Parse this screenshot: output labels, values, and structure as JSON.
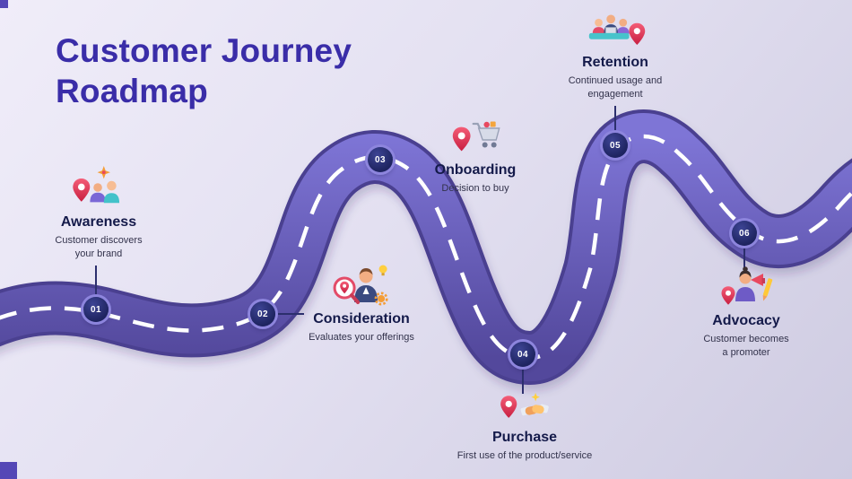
{
  "title": {
    "line1": "Customer Journey",
    "line2": "Roadmap"
  },
  "stages": [
    {
      "number": "01",
      "title": "Awareness",
      "description": "Customer discovers your brand",
      "icon": "people-location-pin-icon"
    },
    {
      "number": "02",
      "title": "Consideration",
      "description": "Evaluates your offerings",
      "icon": "person-search-pin-gear-icon"
    },
    {
      "number": "03",
      "title": "Onboarding",
      "description": "Decision to buy",
      "icon": "location-pin-shopping-cart-icon"
    },
    {
      "number": "04",
      "title": "Purchase",
      "description": "First use of the product/service",
      "icon": "location-pin-handshake-icon"
    },
    {
      "number": "05",
      "title": "Retention",
      "description": "Continued usage and engagement",
      "icon": "team-location-pin-icon"
    },
    {
      "number": "06",
      "title": "Advocacy",
      "description": "Customer becomes a promoter",
      "icon": "person-megaphone-pencil-icon"
    }
  ],
  "colors": {
    "background_start": "#f0edf9",
    "background_end": "#cecbe1",
    "title_indigo": "#3a2da8",
    "road_purple": "#6a61c4",
    "road_edge": "#4a4090",
    "road_dash": "#ffffff",
    "marker_navy": "#232968",
    "marker_ring": "#8d85dd",
    "pin_red": "#e23555",
    "accent_orange": "#f49d37",
    "accent_teal": "#45c3cb",
    "text_dark_navy": "#141a4a"
  }
}
